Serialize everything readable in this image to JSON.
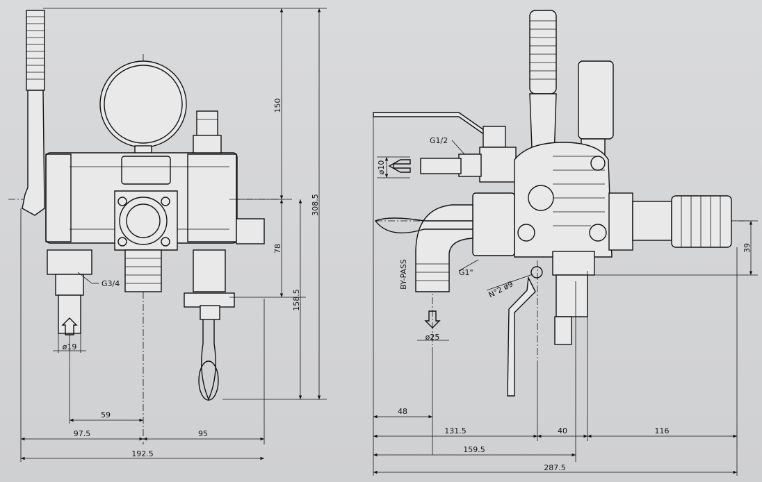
{
  "left_view": {
    "dims": {
      "d150": "150",
      "d308": "308.5",
      "d78": "78",
      "d158": "158.5",
      "d59": "59",
      "d97": "97.5",
      "d95": "95",
      "d192": "192.5",
      "dia19": "ø19",
      "g34": "G3/4"
    }
  },
  "right_view": {
    "dims": {
      "g12": "G1/2",
      "dia10": "ø10",
      "g1": "G1\"",
      "bypass": "BY-PASS",
      "dia25": "ø25",
      "holes": "N°2 ø9",
      "d39": "39",
      "d48": "48",
      "d131": "131.5",
      "d40": "40",
      "d116": "116",
      "d159": "159.5",
      "d287": "287.5"
    }
  },
  "colors": {
    "background": "#d2d3d5",
    "line": "#111111"
  }
}
